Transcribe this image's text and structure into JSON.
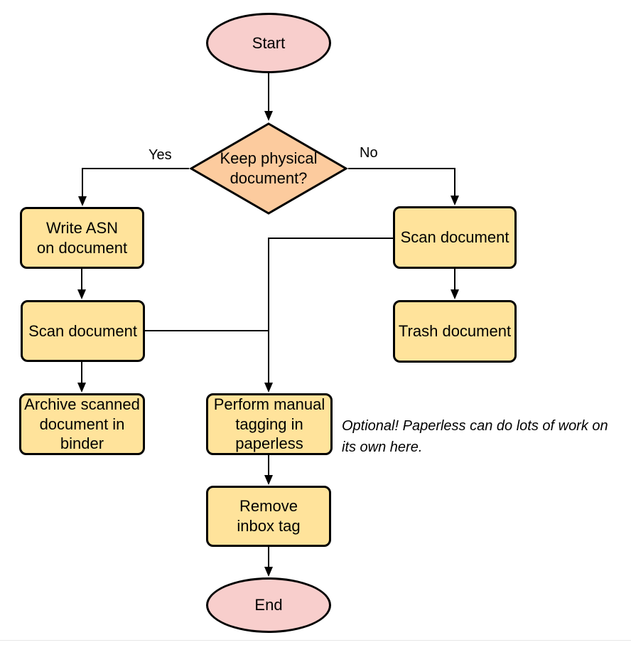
{
  "diagram": {
    "colors": {
      "background": "#ffffff",
      "terminal_fill": "#f8cecc",
      "decision_fill": "#fccb9e",
      "process_fill": "#ffe39b",
      "border": "#000000",
      "line": "#000000",
      "text": "#000000",
      "page_edge": "#e7e7e7"
    },
    "nodes": [
      {
        "id": "start",
        "type": "terminal",
        "label": "Start"
      },
      {
        "id": "keep-physical-document",
        "type": "decision",
        "label": "Keep physical\ndocument?"
      },
      {
        "id": "write-asn",
        "type": "process",
        "label": "Write ASN\non document"
      },
      {
        "id": "scan-document-left",
        "type": "process",
        "label": "Scan document"
      },
      {
        "id": "archive-binder",
        "type": "process",
        "label": "Archive scanned\ndocument in\nbinder"
      },
      {
        "id": "scan-document-right",
        "type": "process",
        "label": "Scan document"
      },
      {
        "id": "trash-document",
        "type": "process",
        "label": "Trash document"
      },
      {
        "id": "manual-tagging",
        "type": "process",
        "label": "Perform manual\ntagging in\npaperless"
      },
      {
        "id": "remove-inbox-tag",
        "type": "process",
        "label": "Remove\ninbox tag"
      },
      {
        "id": "end",
        "type": "terminal",
        "label": "End"
      }
    ],
    "edges": [
      {
        "from": "start",
        "to": "keep-physical-document",
        "label": ""
      },
      {
        "from": "keep-physical-document",
        "to": "write-asn",
        "label": "Yes"
      },
      {
        "from": "keep-physical-document",
        "to": "scan-document-right",
        "label": "No"
      },
      {
        "from": "write-asn",
        "to": "scan-document-left",
        "label": ""
      },
      {
        "from": "scan-document-left",
        "to": "archive-binder",
        "label": ""
      },
      {
        "from": "scan-document-right",
        "to": "trash-document",
        "label": ""
      },
      {
        "from": "scan-document-right",
        "to": "manual-tagging",
        "label": ""
      },
      {
        "from": "scan-document-left",
        "to": "manual-tagging",
        "label": ""
      },
      {
        "from": "manual-tagging",
        "to": "remove-inbox-tag",
        "label": ""
      },
      {
        "from": "remove-inbox-tag",
        "to": "end",
        "label": ""
      }
    ],
    "annotation": "Optional! Paperless can do lots of work on\nits own here."
  }
}
